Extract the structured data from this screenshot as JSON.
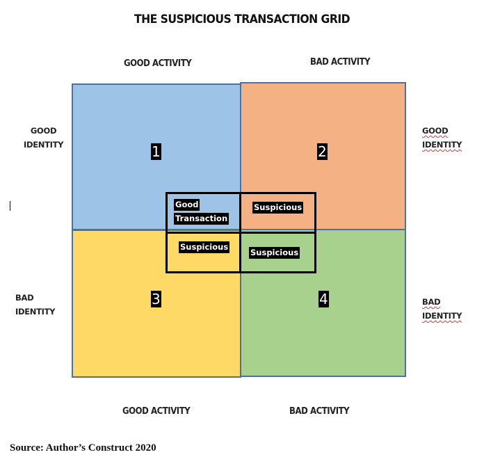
{
  "title": "THE SUSPICIOUS TRANSACTION GRID",
  "axes": {
    "top_left": "GOOD ACTIVITY",
    "top_right": "BAD ACTIVITY",
    "bottom_left": "GOOD ACTIVITY",
    "bottom_right": "BAD ACTIVITY",
    "left_top": [
      "GOOD",
      "IDENTITY"
    ],
    "left_bottom": [
      "BAD",
      "IDENTITY"
    ],
    "right_top": [
      "GOOD",
      "IDENTITY"
    ],
    "right_bottom": [
      "BAD",
      "IDENTITY"
    ]
  },
  "quadrants": [
    {
      "number": "1",
      "color": "#9dc3e6"
    },
    {
      "number": "2",
      "color": "#f4b183"
    },
    {
      "number": "3",
      "color": "#ffd966"
    },
    {
      "number": "4",
      "color": "#a9d18e"
    }
  ],
  "overlay": {
    "top_left": [
      "Good",
      "Transaction"
    ],
    "top_right": "Suspicious",
    "bottom_left": "Suspicious",
    "bottom_right": "Suspicious"
  },
  "source": "Source: Author’s Construct 2020"
}
